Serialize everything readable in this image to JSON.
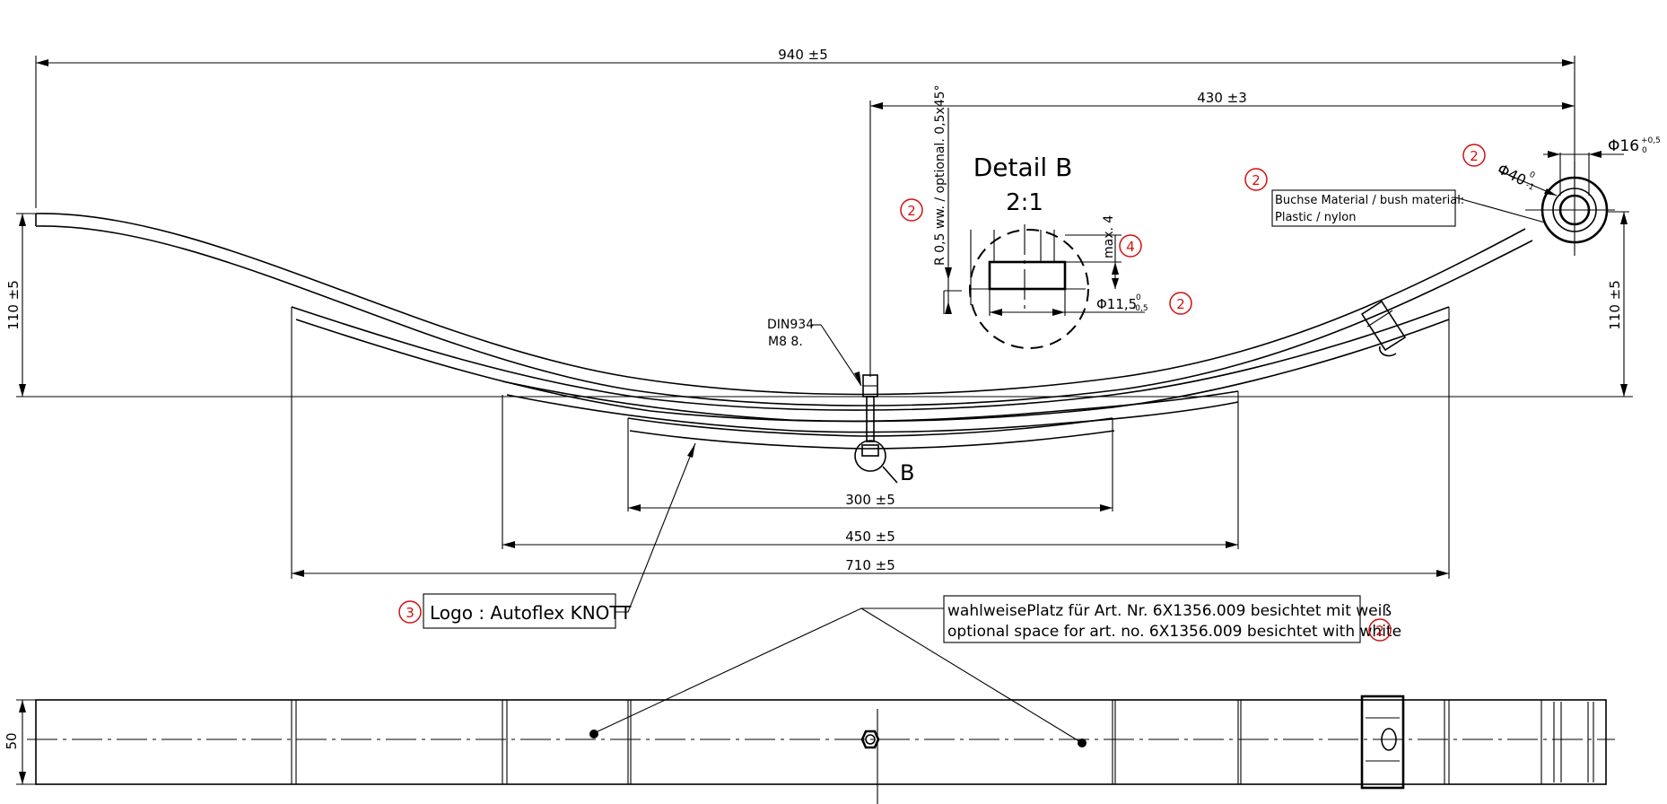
{
  "dimensions": {
    "overall_length": "940 ±5",
    "half_length": "430 ±3",
    "height_left": "110 ±5",
    "height_right": "110 ±5",
    "leaf3_length": "300 ±5",
    "leaf2_length": "450 ±5",
    "leaf1_length": "710 ±5",
    "width": "50",
    "eye_outer": "Φ40",
    "eye_outer_tol_upper": "0",
    "eye_outer_tol_lower": "-1",
    "bush_inner": "Φ16",
    "bush_inner_tol_upper": "+0,5",
    "bush_inner_tol_lower": "0",
    "hole_dia": "Φ11,5",
    "hole_tol_upper": "0",
    "hole_tol_lower": "-0,5",
    "chamfer": "R 0,5 ww. / optional. 0,5x45°",
    "max_depth": "max. 4"
  },
  "detail": {
    "title": "Detail B",
    "scale": "2:1",
    "marker": "B"
  },
  "bolt": {
    "standard": "DIN934",
    "size": "M8 8."
  },
  "bush": {
    "line1": "Buchse Material / bush material:",
    "line2": "Plastic / nylon"
  },
  "logo": {
    "number": "3",
    "text": "Logo : Autoflex KNOTT"
  },
  "optional_space": {
    "line1": "wahlweisePlatz für Art. Nr. 6X1356.009 besichtet mit weiß",
    "line2": "optional space for art. no. 6X1356.009 besichtet with white"
  },
  "markers": {
    "two": "2",
    "four": "4"
  },
  "colors": {
    "line": "#000000",
    "callout": "#d01010",
    "background": "#ffffff"
  }
}
